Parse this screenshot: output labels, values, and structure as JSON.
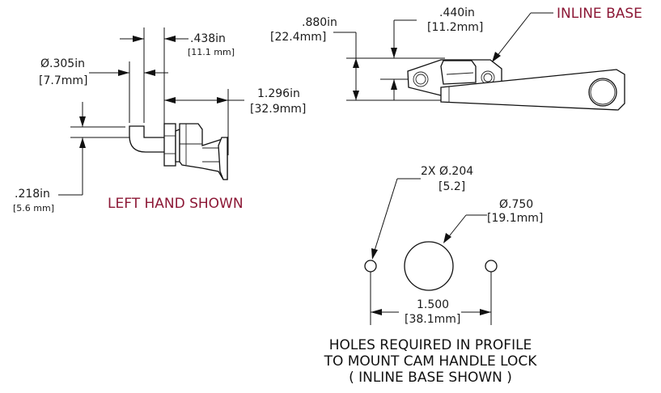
{
  "side_view": {
    "dim_width": {
      "in": ".438in",
      "mm": "[11.1 mm]"
    },
    "dim_diameter": {
      "in": "Ø.305in",
      "mm": "[7.7mm]"
    },
    "dim_depth": {
      "in": "1.296in",
      "mm": "[32.9mm]"
    },
    "dim_offset": {
      "in": ".218in",
      "mm": "[5.6 mm]"
    },
    "label": "LEFT HAND SHOWN"
  },
  "top_view": {
    "dim_height": {
      "in": ".880in",
      "mm": "[22.4mm]"
    },
    "dim_half": {
      "in": ".440in",
      "mm": "[11.2mm]"
    },
    "callout": "INLINE BASE"
  },
  "hole_pattern": {
    "small_holes": {
      "qty_dia": "2X Ø.204",
      "mm": "[5.2]"
    },
    "large_hole": {
      "dia": "Ø.750",
      "mm": "[19.1mm]"
    },
    "spacing": {
      "in": "1.500",
      "mm": "[38.1mm]"
    },
    "note_lines": [
      "HOLES REQUIRED IN PROFILE",
      "TO MOUNT CAM HANDLE LOCK",
      "( INLINE BASE SHOWN )"
    ]
  },
  "colors": {
    "callout_red": "#8c1836",
    "line": "#111111",
    "background": "#ffffff"
  }
}
